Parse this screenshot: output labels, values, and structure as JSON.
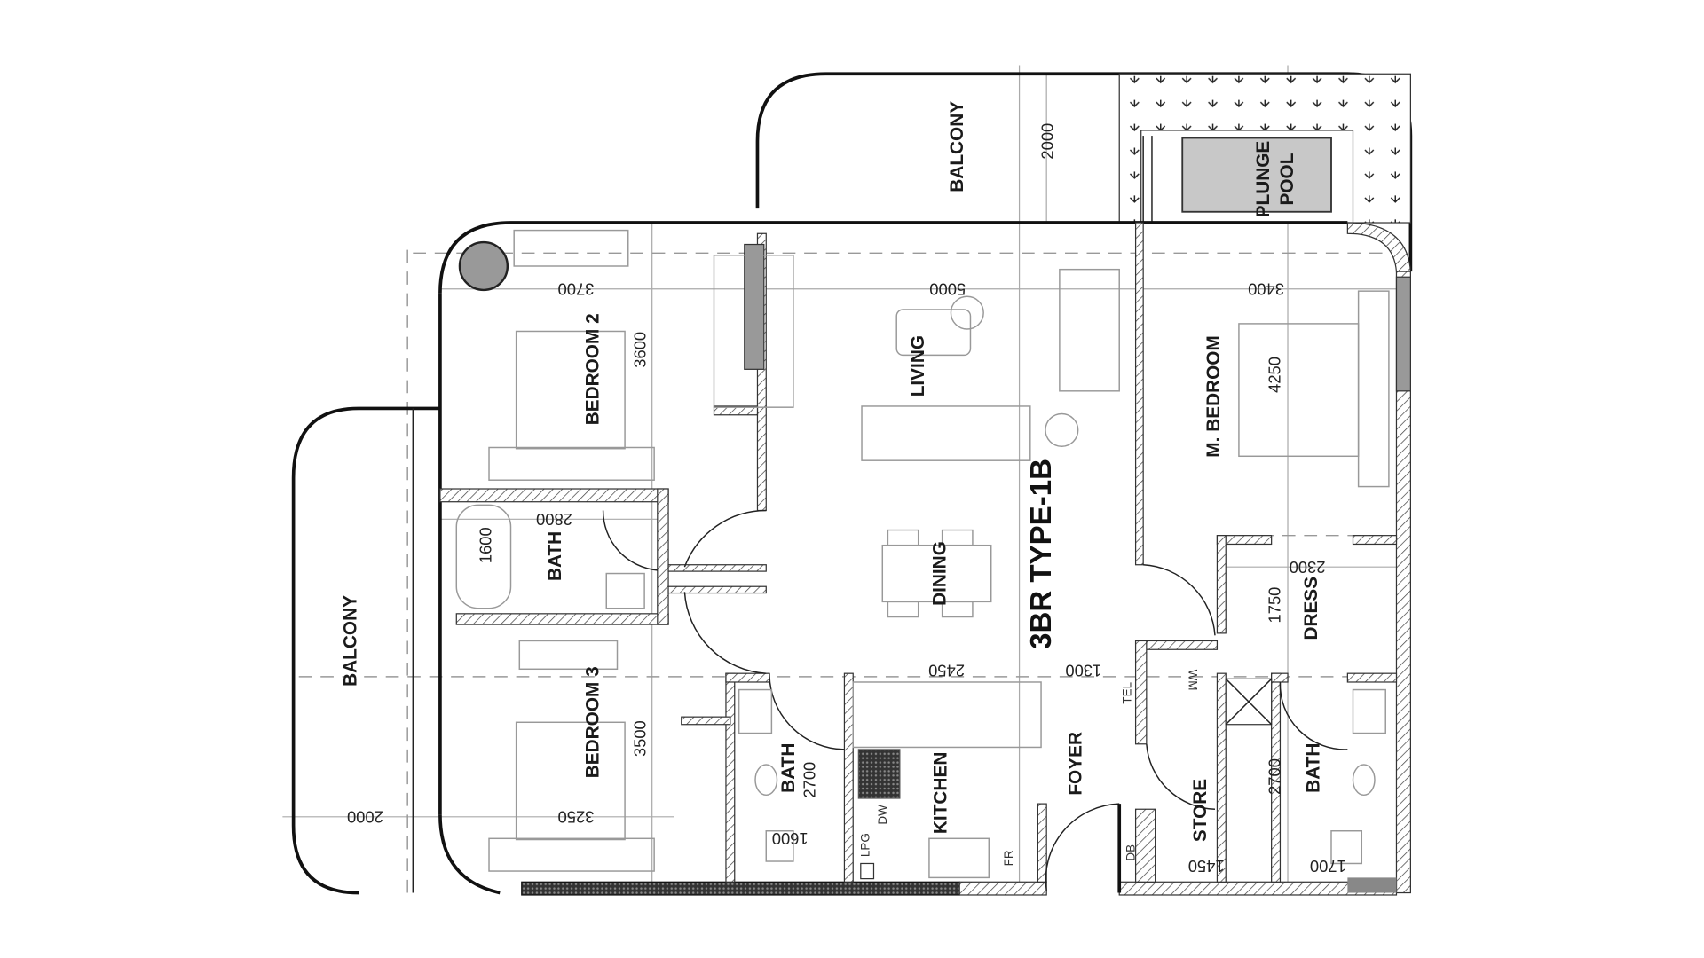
{
  "plan": {
    "title": "3BR TYPE-1B",
    "rooms": {
      "balcony_top": "BALCONY",
      "plunge_pool_line1": "PLUNGE",
      "plunge_pool_line2": "POOL",
      "bedroom2": "BEDROOM 2",
      "living": "LIVING",
      "master_bedroom": "M. BEDROOM",
      "bath_left": "BATH",
      "dining": "DINING",
      "dress": "DRESS",
      "balcony_left": "BALCONY",
      "bedroom3": "BEDROOM 3",
      "bath_mid": "BATH",
      "kitchen": "KITCHEN",
      "foyer": "FOYER",
      "store": "STORE",
      "bath_right": "BATH"
    },
    "fixtures": {
      "tel": "TEL",
      "wm": "WM",
      "dw": "DW",
      "fr": "FR",
      "db": "DB",
      "lpg": "LPG"
    },
    "dimensions": {
      "balcony_top": "2000",
      "bedroom2_width": "3700",
      "living_width": "5000",
      "master_width": "3400",
      "bedroom2_depth": "3600",
      "master_depth": "4250",
      "bath_left_width": "2800",
      "bath_left_depth": "1600",
      "dress_width": "2300",
      "dress_depth": "1750",
      "kitchen_width": "2450",
      "foyer_width": "1300",
      "bedroom3_depth": "3500",
      "bath_mid_depth": "2700",
      "bath_right_depth": "2700",
      "bedroom3_width": "3250",
      "balcony_left": "2000",
      "bath_mid_width": "1600",
      "store_width": "1450",
      "bath_right_width": "1700"
    }
  }
}
